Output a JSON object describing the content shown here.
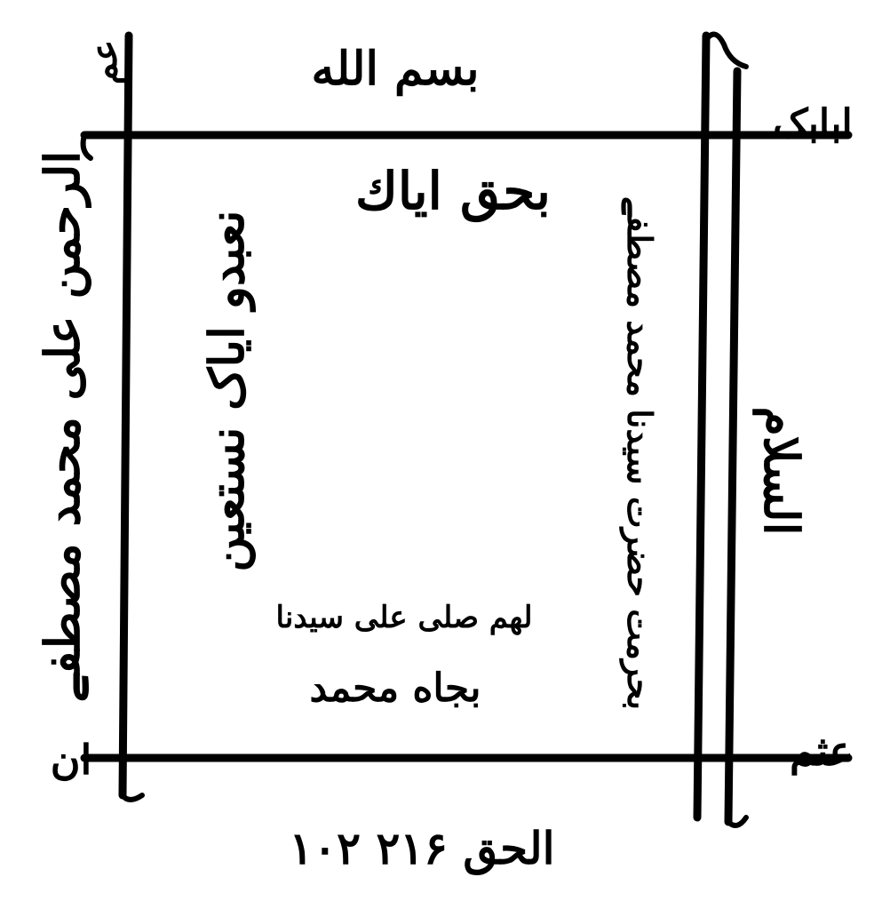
{
  "colors": {
    "ink": "#000000",
    "paper": "#ffffff"
  },
  "top": {
    "header": "بسم الله",
    "corner_left": "عم",
    "corner_right": "ابابک"
  },
  "inner": {
    "top": "بحق اياك",
    "left": "نعبدو ایاک نستعین",
    "bottom_line1": "لھم صلی علی سیدنا",
    "bottom_line2": "بجاه محمد"
  },
  "side": {
    "left": "الرحمن علی محمد مصطفے",
    "right_inner": "بحرمت حضرت سیدنا محمد مصطفے",
    "right_outer": "السلام"
  },
  "bottom": {
    "corner_left": "ان",
    "corner_right": "عثم",
    "footer": "۱۰۲ الحق ۲۱۶"
  }
}
